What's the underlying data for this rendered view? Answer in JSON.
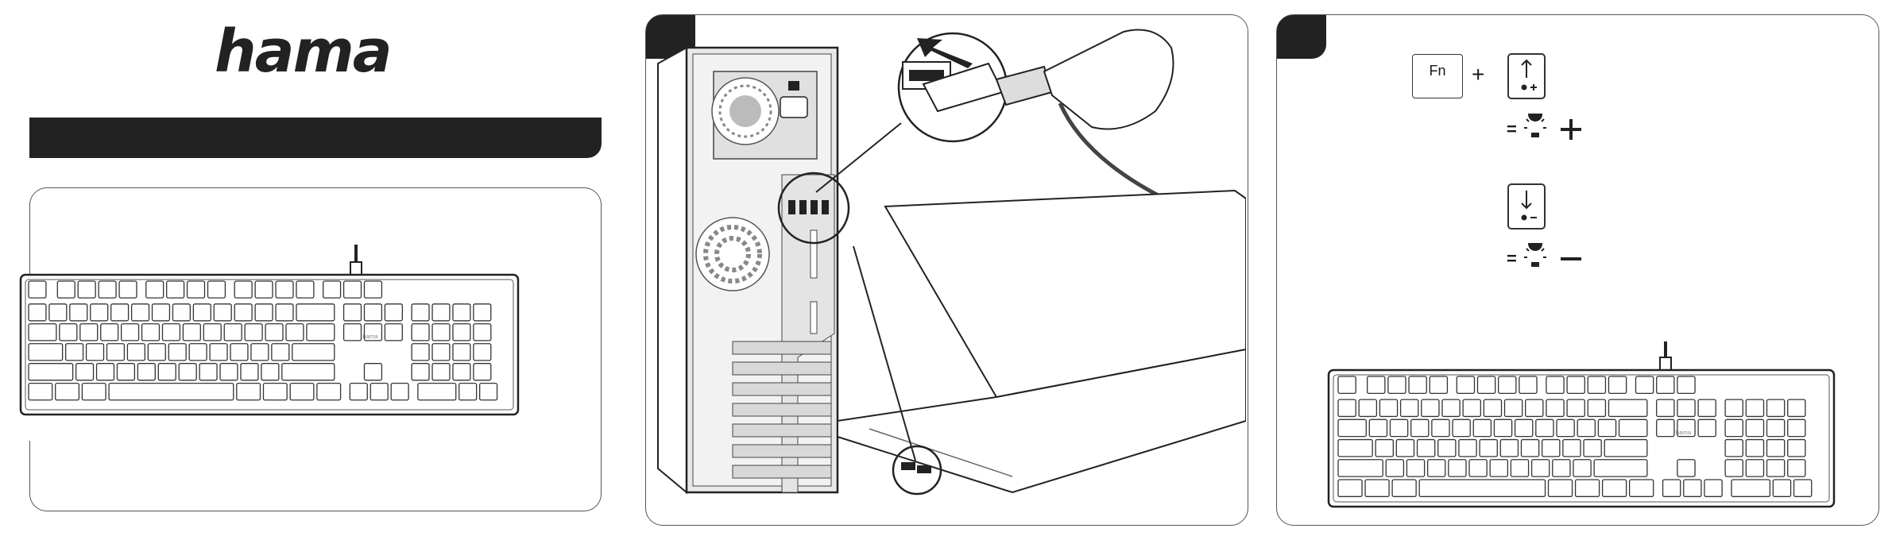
{
  "brand": {
    "logo": "hama"
  },
  "step_icons": {
    "fn_key": "Fn",
    "plus": "+",
    "equals": "=",
    "brightness_up": "brightness-up-icon",
    "brightness_down": "brightness-down-icon"
  },
  "keyboard": {
    "brand_label": "hama"
  },
  "colors": {
    "ink": "#222222",
    "line": "#555555",
    "panel": "#f2f2f2"
  }
}
